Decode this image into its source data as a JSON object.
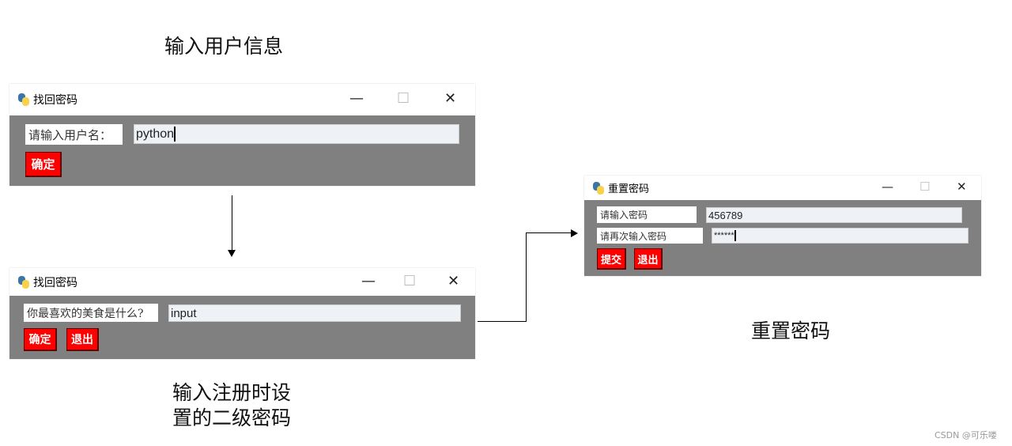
{
  "captions": {
    "step1": "输入用户信息",
    "step2_line1": "输入注册时设",
    "step2_line2": "置的二级密码",
    "step3": "重置密码"
  },
  "window1": {
    "title": "找回密码",
    "label": "请输入用户名：",
    "value": "python",
    "ok": "确定"
  },
  "window2": {
    "title": "找回密码",
    "label": "你最喜欢的美食是什么?",
    "value": "input",
    "ok": "确定",
    "exit": "退出"
  },
  "window3": {
    "title": "重置密码",
    "label1": "请输入密码",
    "value1": "456789",
    "label2": "请再次输入密码",
    "value2": "******",
    "submit": "提交",
    "exit": "退出"
  },
  "controls": {
    "min": "—",
    "max": "☐",
    "close": "✕"
  },
  "watermark": "CSDN @可乐喽"
}
